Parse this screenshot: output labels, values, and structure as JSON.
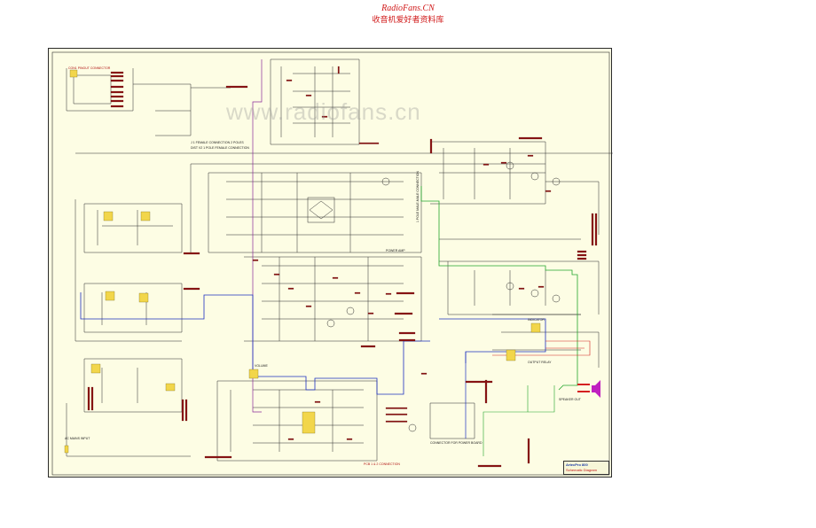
{
  "header": {
    "site_name": "RadioFans.CN",
    "site_name_cn": "收音机爱好者资料库"
  },
  "watermark": "www.radiofans.cn",
  "title_block": {
    "brand": "ArtecPro 800",
    "subtitle": "Schematic Diagram"
  },
  "labels": {
    "conn_top_1": "CON1 PINOUT CONNECTOR",
    "conn_top_2": "J 1 FEMALE CONNECTION 2 POLES",
    "conn_top_3": "DIST V2 1 POLE FEMALE CONNECTION",
    "conn_mid": "1 POLE MALE-MALE CONNECTION",
    "amp_label": "POWER AMP",
    "led_label": "INDICATOR",
    "bottom_label_1": "PCB 1 & 2 CONNECTION",
    "bottom_label_2": "CONNECTOR FOR POWER BOARD",
    "left_label": "AC MAINS INPUT",
    "speaker_label": "SPEAKER OUT",
    "vol_label": "VOLUME",
    "right_label": "OUTPUT RELAY"
  },
  "colors": {
    "background": "#fdfde4",
    "wire": "#2b2b2b",
    "component": "#8b1414",
    "blue_wire": "#1c2fc0",
    "green_wire": "#22a52c",
    "purple_wire": "#8a2a9a",
    "red_wire": "#d42020",
    "ic_fill": "#f2d64a",
    "speaker": "#c020c0"
  }
}
